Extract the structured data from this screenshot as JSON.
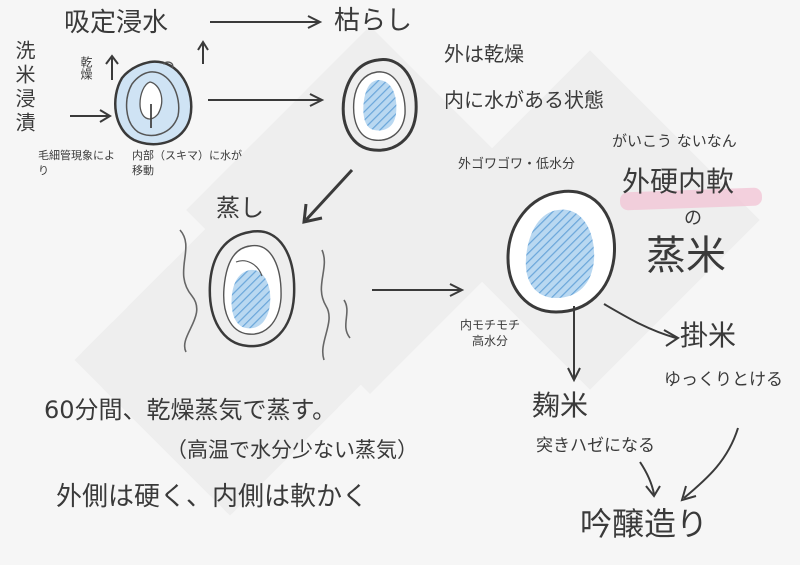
{
  "stage1": {
    "title": "吸定浸水",
    "side_label": "洗米浸漬",
    "dry_label": "乾燥",
    "capillary_note": "毛細管現象により",
    "interior_note": "内部（スキマ）に水が移動"
  },
  "stage2": {
    "title": "枯らし",
    "desc_line1": "外は乾燥",
    "desc_line2": "内に水がある状態"
  },
  "stage3": {
    "title": "蒸し",
    "time_note": "60分間、乾燥蒸気で蒸す。",
    "temp_note": "（高温で水分少ない蒸気）",
    "result_note": "外側は硬く、内側は軟かく"
  },
  "stage4": {
    "outer_note": "外ゴワゴワ・低水分",
    "inner_note": "内モチモチ高水分",
    "gaikou_note": "がいこう ないなん",
    "highlight": "外硬内軟",
    "no": "の",
    "rice": "蒸米"
  },
  "outputs": {
    "kake": "掛米",
    "kake_note": "ゆっくりとける",
    "koji": "麹米",
    "koji_note": "突きハゼになる",
    "final": "吟醸造り"
  },
  "colors": {
    "ink": "#3a3a3a",
    "water_blue": "#8fbfe6",
    "highlight_pink": "#f2c3d4"
  }
}
